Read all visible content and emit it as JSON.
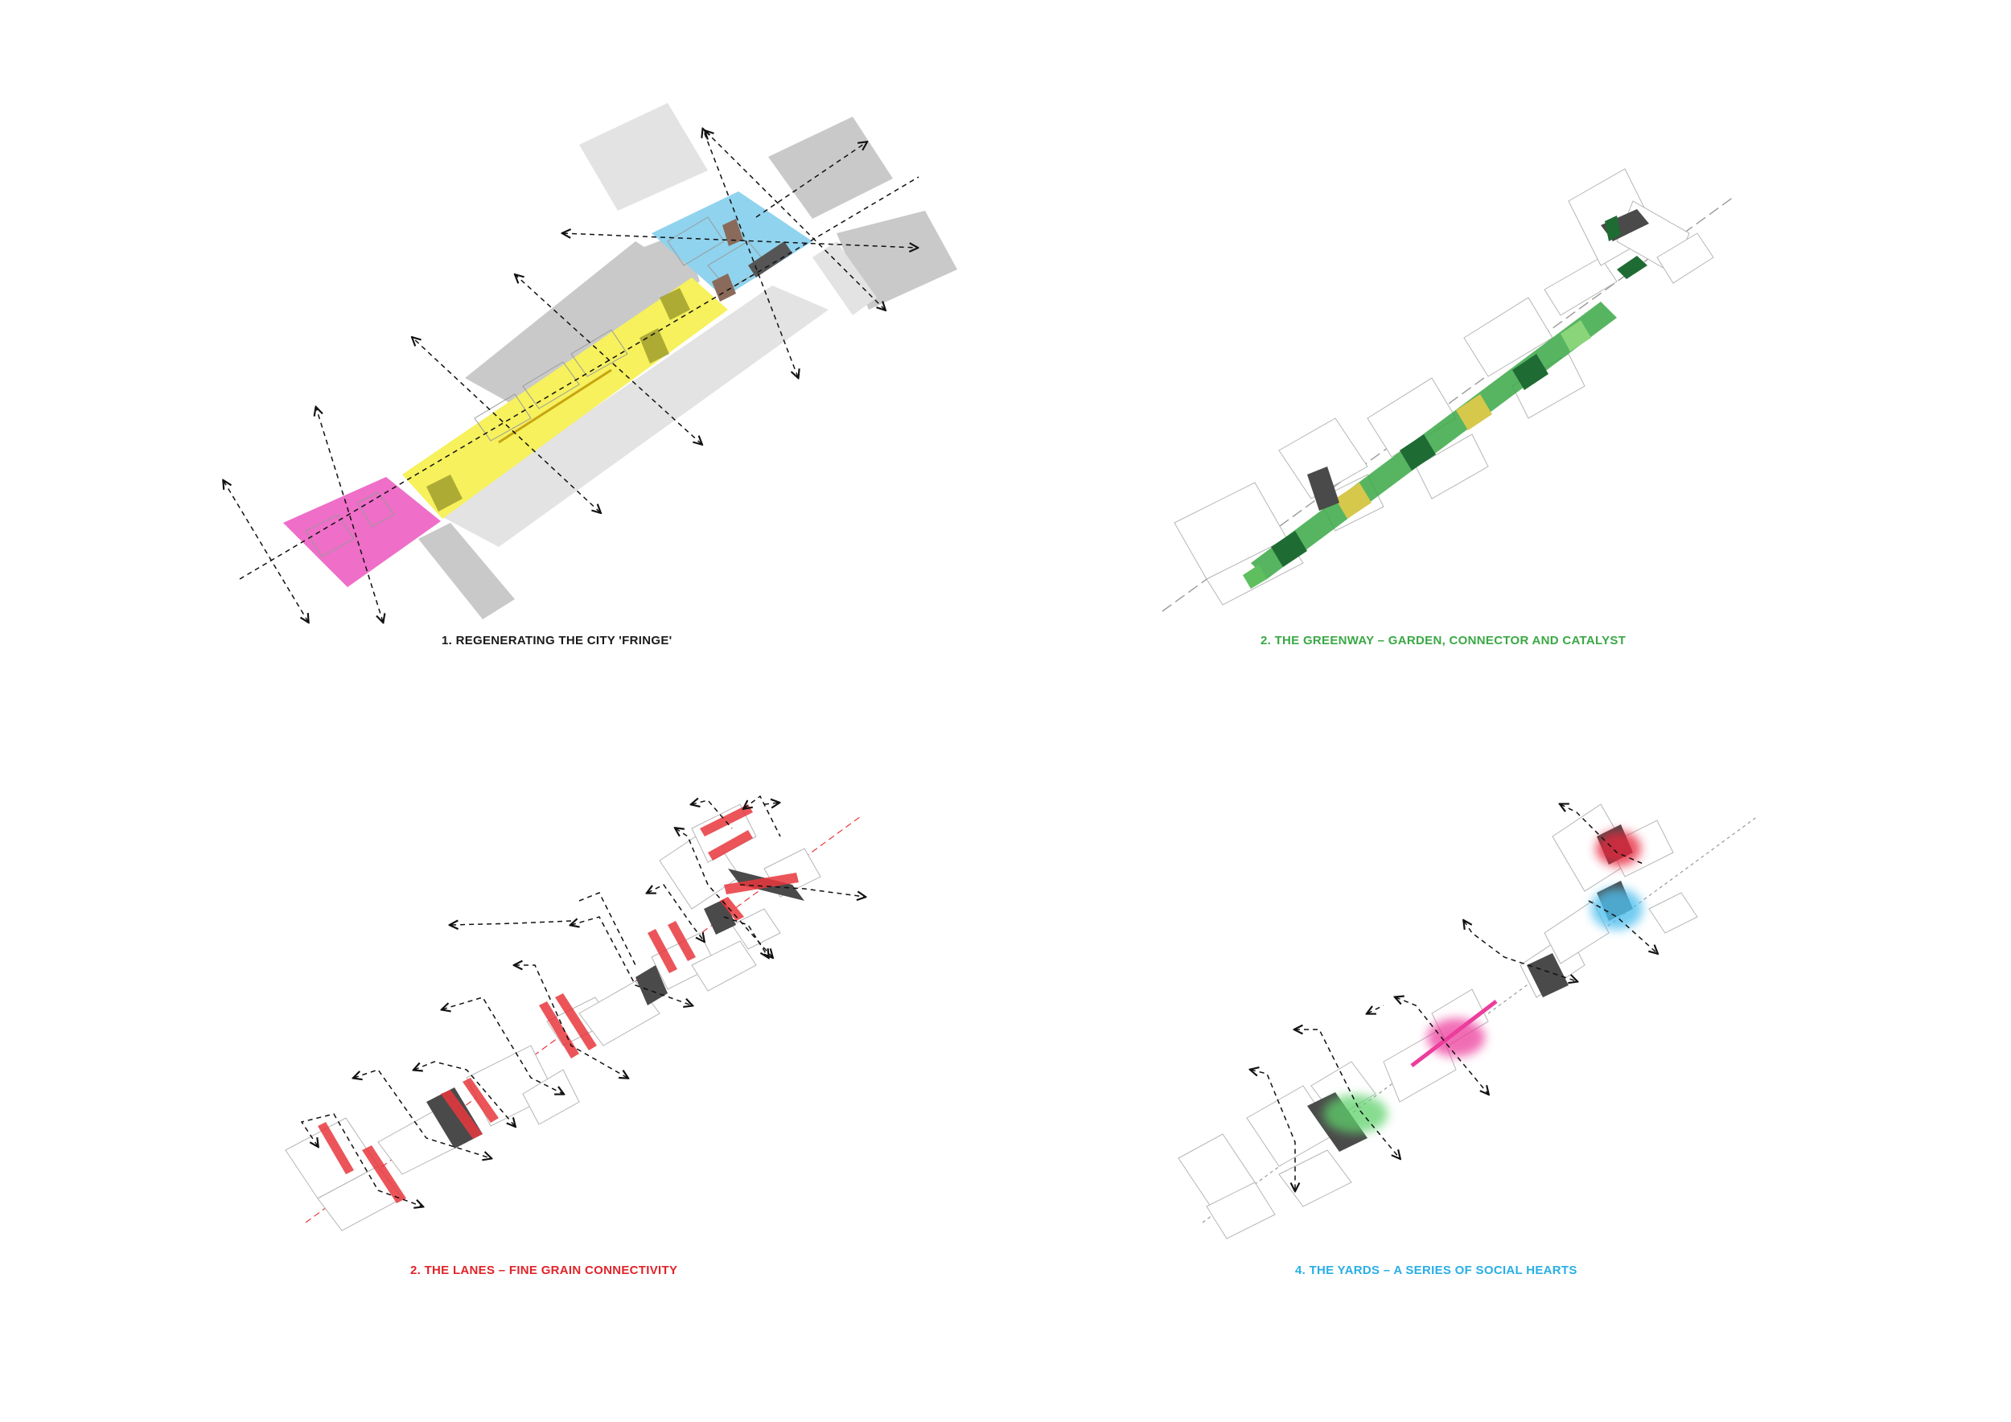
{
  "captions": {
    "fringe": "1. REGENERATING THE CITY 'FRINGE'",
    "greenway": "2. THE GREENWAY – GARDEN, CONNECTOR AND CATALYST",
    "lanes": "2. THE LANES –  FINE GRAIN CONNECTIVITY",
    "yards": "4. THE YARDS – A SERIES OF SOCIAL HEARTS"
  },
  "colors": {
    "magenta_zone": "#ee6ec8",
    "yellow_zone": "#f6f15c",
    "blue_zone": "#8fd3ee",
    "grey_block": "#c9c9ca",
    "light_grey_block": "#e3e3e4",
    "green_path": "#3aa845",
    "dark_green": "#1f6b34",
    "greenway_label": "#3aa845",
    "lanes_label": "#e0232a",
    "yards_label": "#29aee6",
    "lane_red": "#e8383d",
    "yard_pink": "#ec3d9c",
    "yard_green": "#5fd16c",
    "yard_red": "#e8283d",
    "yard_blue": "#4fbfee",
    "building_dark": "#4a4a4a"
  }
}
